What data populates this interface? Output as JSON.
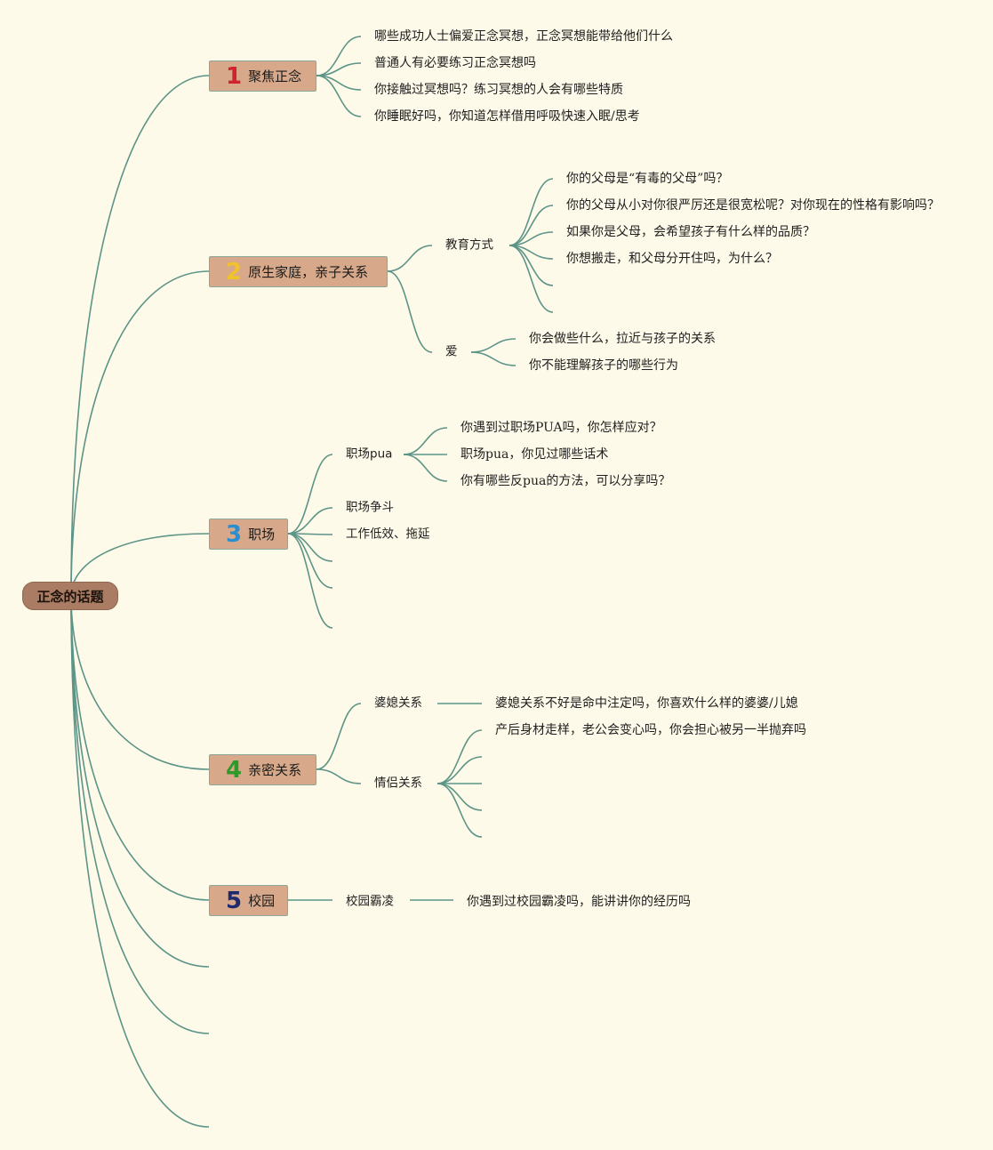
{
  "root": "正念的话题",
  "colors": {
    "background": "#fefae9",
    "branch": "#5c9487",
    "topic_fill": "#d7a98a",
    "root_fill": "#a97c63"
  },
  "topics": [
    {
      "num": "1",
      "num_color": "#d0232f",
      "label": "聚焦正念",
      "children": [
        {
          "text": "哪些成功人士偏爱正念冥想，正念冥想能带给他们什么"
        },
        {
          "text": "普通人有必要练习正念冥想吗"
        },
        {
          "text": "你接触过冥想吗？练习冥想的人会有哪些特质"
        },
        {
          "text": "你睡眠好吗，你知道怎样借用呼吸快速入眠/思考"
        }
      ]
    },
    {
      "num": "2",
      "num_color": "#f2c22c",
      "label": "原生家庭，亲子关系",
      "children": [
        {
          "text": "教育方式",
          "children": [
            "你的父母是“有毒的父母”吗？",
            "你的父母从小对你很严厉还是很宽松呢？对你现在的性格有影响吗？",
            "如果你是父母，会希望孩子有什么样的品质？",
            "你想搬走，和父母分开住吗，为什么？",
            "",
            ""
          ]
        },
        {
          "text": "爱",
          "children": [
            "你会做些什么，拉近与孩子的关系",
            "你不能理解孩子的哪些行为"
          ]
        }
      ]
    },
    {
      "num": "3",
      "num_color": "#2a8fd0",
      "label": "职场",
      "children": [
        {
          "text": "职场pua",
          "children": [
            "你遇到过职场PUA吗，你怎样应对？",
            "职场pua，你见过哪些话术",
            "你有哪些反pua的方法，可以分享吗？"
          ]
        },
        {
          "text": "职场争斗"
        },
        {
          "text": "工作低效、拖延"
        },
        {
          "text": ""
        },
        {
          "text": ""
        },
        {
          "text": ""
        }
      ]
    },
    {
      "num": "4",
      "num_color": "#2e9a2a",
      "label": "亲密关系",
      "children": [
        {
          "text": "婆媳关系",
          "children": [
            "婆媳关系不好是命中注定吗，你喜欢什么样的婆婆/儿媳"
          ]
        },
        {
          "text": "情侣关系",
          "children": [
            "产后身材走样，老公会变心吗，你会担心被另一半抛弃吗",
            "",
            "",
            "",
            ""
          ]
        }
      ]
    },
    {
      "num": "5",
      "num_color": "#1d2a6e",
      "label": "校园",
      "children": [
        {
          "text": "校园霸凌",
          "children": [
            "你遇到过校园霸凌吗，能讲讲你的经历吗"
          ]
        }
      ]
    }
  ]
}
